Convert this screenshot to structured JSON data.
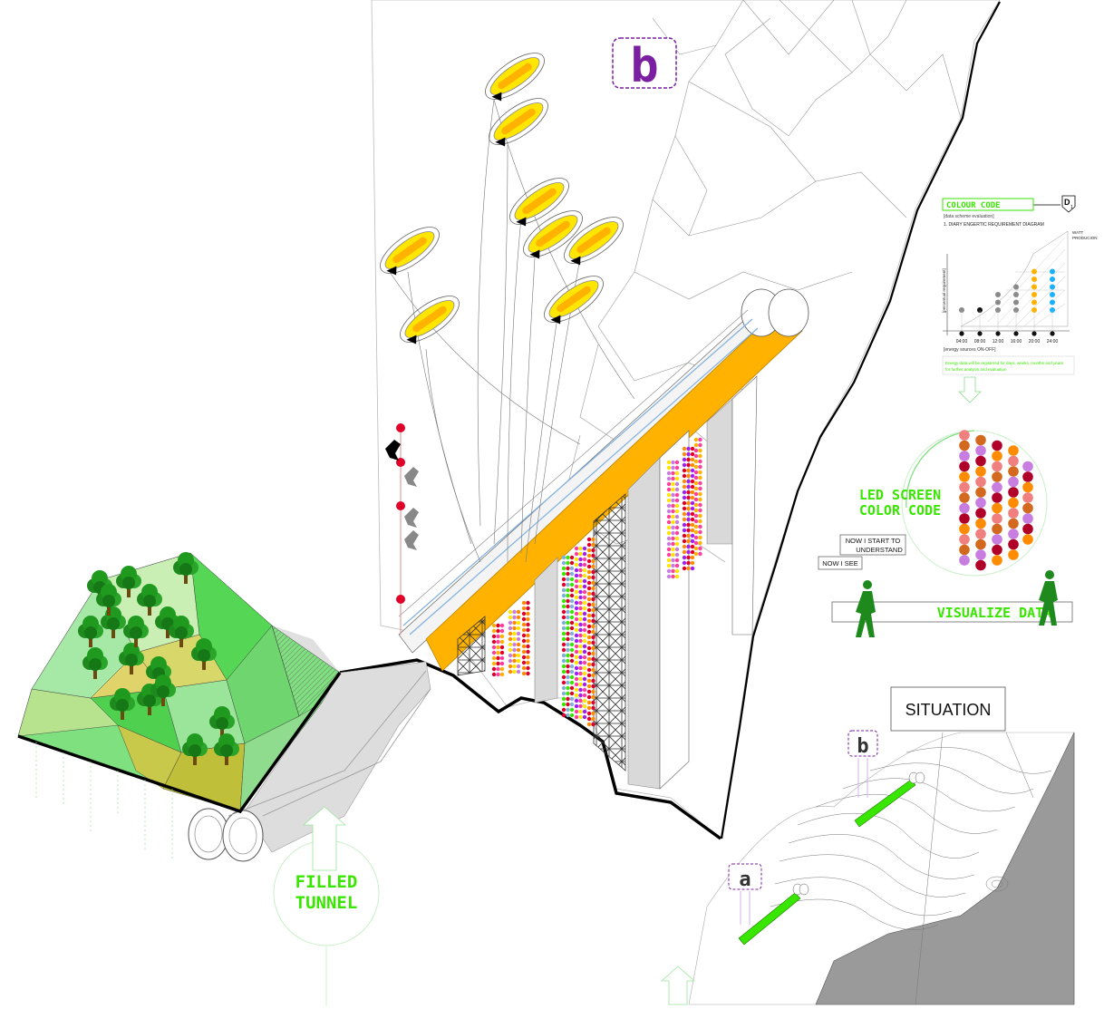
{
  "colors": {
    "accent_green": "#39e600",
    "purple": "#7a1fa2",
    "orange": "#ffb300",
    "yellow": "#ffe600",
    "red": "#e0002a",
    "cyan": "#1ab2ff",
    "grey": "#8a8a8a"
  },
  "marker_b": "b",
  "marker_a": "a",
  "panel": {
    "title": "COLOUR CODE",
    "badge": "D",
    "badge_sub": "1",
    "subtitle": "[data scheme evaluation]",
    "diagram_title": "1.  DIARY ENGERTIC REQUIREMENT DIAGRAM",
    "watt_label": [
      "WATT",
      "PRODUCION"
    ],
    "y_axis_label": "[percentual requirement]",
    "times": [
      "04:00",
      "08:00",
      "12:00",
      "16:00",
      "20:00",
      "24:00"
    ],
    "footer": "[energy sources ON-OFF]",
    "note": [
      "Energy data will be registered for days, weeks, months and years",
      "for further analysis and evaluation"
    ]
  },
  "led": {
    "title": [
      "LED SCREEN",
      "COLOR CODE"
    ],
    "palette": [
      "#f08080",
      "#d2691e",
      "#c87ee0",
      "#b0002a",
      "#ff8c00"
    ]
  },
  "speech": {
    "bubble1": [
      "NOW I START TO",
      "UNDERSTAND"
    ],
    "bubble2": "NOW I SEE"
  },
  "banner": "VISUALIZE DATA",
  "tunnel_label": [
    "FILLED",
    "TUNNEL"
  ],
  "situation_label": "SITUATION",
  "icons": {
    "blimp": "blimp-balloon-icon",
    "tree": "tree-icon",
    "person": "person-walking-icon",
    "bird": "bird-icon",
    "arrow": "arrow-up-icon"
  }
}
